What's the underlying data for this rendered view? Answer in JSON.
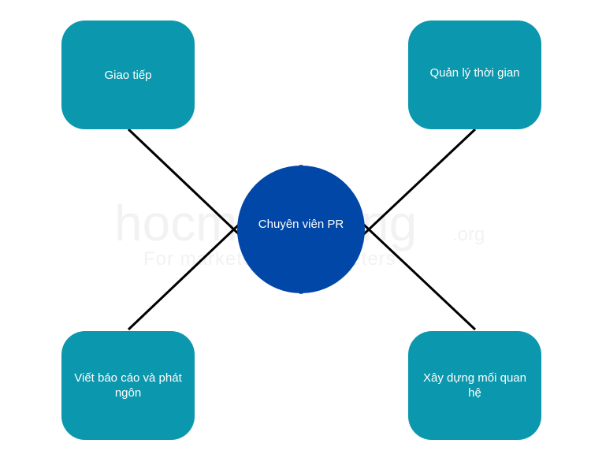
{
  "diagram": {
    "center": {
      "label": "Chuyên viên PR"
    },
    "nodes": {
      "top_left": {
        "label": "Giao tiếp"
      },
      "top_right": {
        "label": "Quản lý thời gian"
      },
      "bottom_left": {
        "label": "Viết báo cáo và phát ngôn"
      },
      "bottom_right": {
        "label": "Xây dựng mối quan hệ"
      }
    },
    "watermark": {
      "brand": "hocmarketing",
      "suffix": ".org",
      "tagline": "For marketers by marketers"
    }
  },
  "colors": {
    "node_fill": "#0b97ad",
    "center_fill": "#0047a8",
    "connector": "#000000"
  }
}
